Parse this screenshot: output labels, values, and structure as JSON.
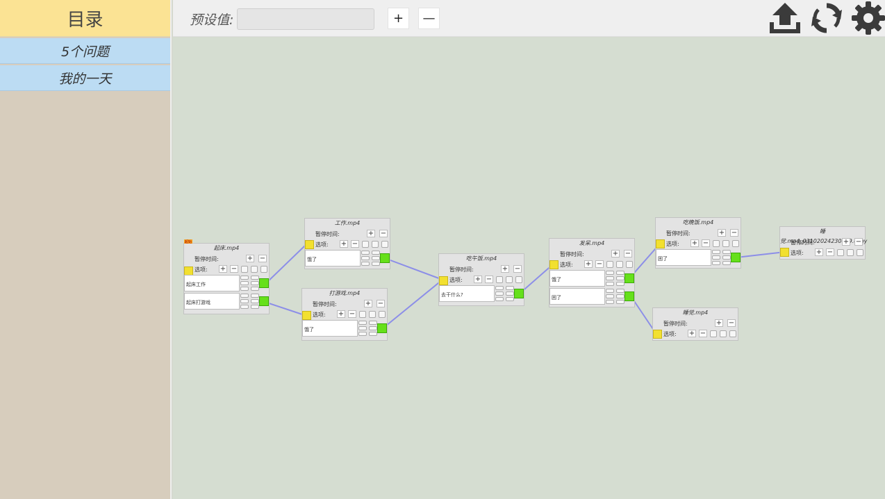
{
  "sidebar": {
    "title": "目录",
    "items": [
      {
        "label": "5个问题"
      },
      {
        "label": "我的一天"
      }
    ]
  },
  "toolbar": {
    "preset_label": "预设值:",
    "preset_value": "",
    "add_label": "+",
    "remove_label": "—",
    "icons": [
      "upload-icon",
      "refresh-icon",
      "gear-icon"
    ]
  },
  "canvas": {
    "nodes": [
      {
        "title": "起床.mp4",
        "pause_label": "暂停时间:",
        "options_label": "选项:",
        "badge": "起始",
        "options": [
          "起床工作",
          "起床打游戏"
        ]
      },
      {
        "title": "工作.mp4",
        "pause_label": "暂停时间:",
        "options_label": "选项:",
        "options": [
          "饿了"
        ]
      },
      {
        "title": "打游戏.mp4",
        "pause_label": "暂停时间:",
        "options_label": "选项:",
        "options": [
          "饿了"
        ]
      },
      {
        "title": "吃午饭.mp4",
        "pause_label": "暂停时间:",
        "options_label": "选项:",
        "options": [
          "去干什么?"
        ]
      },
      {
        "title": "发呆.mp4",
        "pause_label": "暂停时间:",
        "options_label": "选项:",
        "options": [
          "饿了",
          "困了"
        ]
      },
      {
        "title": "吃晚饭.mp4",
        "pause_label": "暂停时间:",
        "options_label": "选项:",
        "options": [
          "困了"
        ]
      },
      {
        "title": "睡觉.mp4_03102024230839.copy",
        "pause_label": "暂停时间:",
        "options_label": "选项:",
        "options": []
      },
      {
        "title": "睡觉.mp4",
        "pause_label": "暂停时间:",
        "options_label": "选项:",
        "options": []
      }
    ]
  },
  "colors": {
    "sidebar_title_bg": "#fbe394",
    "sidebar_item_bg": "#bcdcf3",
    "sidebar_bg": "#d7cdbd",
    "canvas_bg": "#d5ddd1",
    "input_port": "#f2e030",
    "output_port": "#66e01b",
    "link": "#8c8ee8"
  }
}
